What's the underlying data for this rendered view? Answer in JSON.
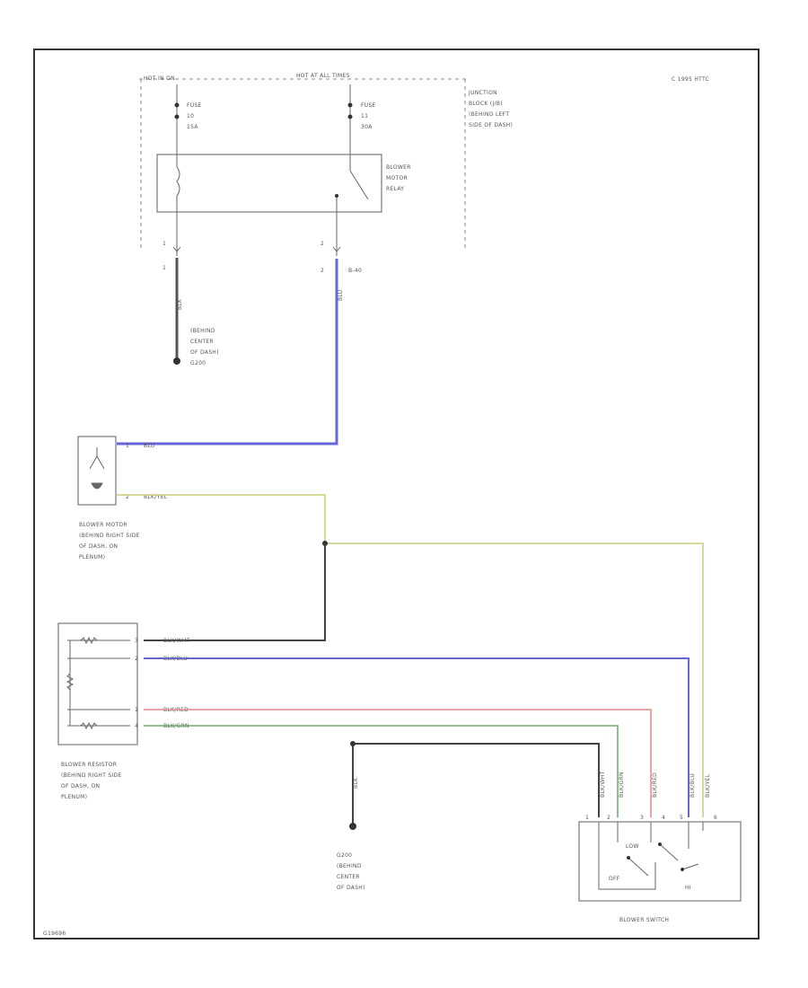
{
  "header": {
    "left_bus": "HOT IN ON",
    "mid_bus": "HOT AT ALL TIMES",
    "copyright": "C 1995 HTTC"
  },
  "fuses": {
    "fuse_a": {
      "label": "FUSE",
      "number": "10",
      "rating": "15A"
    },
    "fuse_b": {
      "label": "FUSE",
      "number": "11",
      "rating": "30A"
    }
  },
  "junction_block": {
    "l1": "JUNCTION",
    "l2": "BLOCK (J/B)",
    "l3": "(BEHIND LEFT",
    "l4": "SIDE OF DASH)"
  },
  "relay": {
    "l1": "BLOWER",
    "l2": "MOTOR",
    "l3": "RELAY"
  },
  "pins": {
    "relay_1": "1",
    "relay_2": "2",
    "conn_1": "1",
    "conn_2": "2",
    "conn_code": "B-40",
    "motor_1": "1",
    "motor_2": "2",
    "res_1": "3",
    "res_2": "2",
    "res_3": "1",
    "res_4": "4",
    "sw_1": "1",
    "sw_2": "2",
    "sw_3": "3",
    "sw_4": "4",
    "sw_5": "5",
    "sw_6": "6"
  },
  "wires": {
    "blk_relay": "BLK",
    "blu_relay": "BLU",
    "motor_blu": "BLU",
    "motor_blkyel": "BLK/YEL",
    "res_blkwht": "BLK/WHT",
    "res_blkblu": "BLK/BLU",
    "res_blkred": "BLK/RED",
    "res_blkgrn": "BLK/GRN",
    "ground_blk": "BLK",
    "sw_v1": "BLK/WHT",
    "sw_v2": "BLK/GRN",
    "sw_v3": "BLK/RED",
    "sw_v4": "BLK/BLU",
    "sw_v5": "BLK/YEL"
  },
  "ground_top": {
    "l1": "(BEHIND",
    "l2": "CENTER",
    "l3": "OF DASH)",
    "l4": "G200"
  },
  "motor": {
    "l1": "BLOWER MOTOR",
    "l2": "(BEHIND RIGHT SIDE",
    "l3": "OF DASH, ON",
    "l4": "PLENUM)"
  },
  "resistor": {
    "l1": "BLOWER RESISTOR",
    "l2": "(BEHIND RIGHT SIDE",
    "l3": "OF DASH, ON",
    "l4": "PLENUM)"
  },
  "ground_bottom": {
    "l1": "G200",
    "l2": "(BEHIND",
    "l3": "CENTER",
    "l4": "OF DASH)"
  },
  "switch": {
    "title": "BLOWER SWITCH",
    "off": "OFF",
    "low": "LOW",
    "hi": "HI"
  },
  "footer": {
    "code": "G19696"
  }
}
